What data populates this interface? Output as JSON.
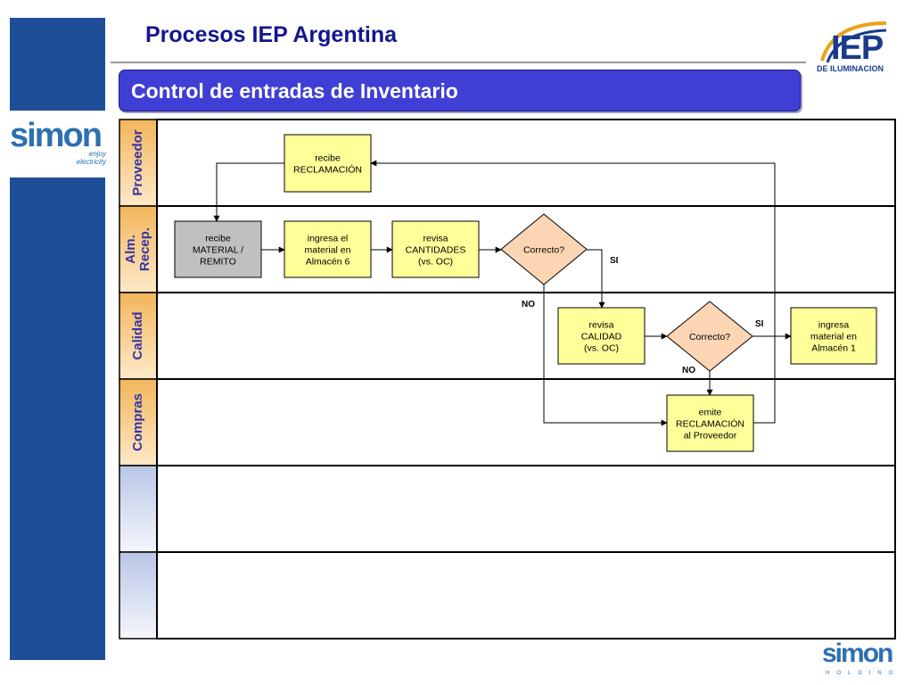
{
  "header": {
    "title": "Procesos IEP Argentina",
    "section_title": "Control de entradas de Inventario"
  },
  "brand": {
    "left_logo": {
      "word": "simon",
      "tagline_1": "enjoy",
      "tagline_2": "electricity"
    },
    "right_logo": {
      "word": "IEP",
      "subtitle": "DE ILUMINACION"
    },
    "footer_logo": {
      "word": "simon",
      "subtitle": "HOLDING"
    },
    "colors": {
      "sidebar": "#1f4e99",
      "title": "#14168c",
      "banner": "#3f3fd6",
      "process_box": "#ffff99",
      "decision": "#fcd5b4",
      "gray_box": "#c0c0c0",
      "lane_label_bg_light": "#fde9c9",
      "lane_label_bg_dark": "#f3b55a"
    }
  },
  "diagram": {
    "lanes": [
      {
        "id": "proveedor",
        "label": "Proveedor"
      },
      {
        "id": "alm",
        "label": "Alm.\nRecep."
      },
      {
        "id": "calidad",
        "label": "Calidad"
      },
      {
        "id": "compras",
        "label": "Compras"
      },
      {
        "id": "empty1",
        "label": ""
      },
      {
        "id": "empty2",
        "label": ""
      }
    ],
    "nodes": [
      {
        "id": "n_recibe_recl",
        "lane": "proveedor",
        "type": "process",
        "label": "recibe\nRECLAMACIÓN"
      },
      {
        "id": "n_recibe_mat",
        "lane": "alm",
        "type": "process-gray",
        "label": "recibe\nMATERIAL /\nREMITO"
      },
      {
        "id": "n_ingresa6",
        "lane": "alm",
        "type": "process",
        "label": "ingresa el\nmaterial en\nAlmacén 6"
      },
      {
        "id": "n_revisa_cant",
        "lane": "alm",
        "type": "process",
        "label": "revisa\nCANTIDADES\n(vs. OC)"
      },
      {
        "id": "n_correcto1",
        "lane": "alm",
        "type": "decision",
        "label": "Correcto?"
      },
      {
        "id": "n_revisa_cal",
        "lane": "calidad",
        "type": "process",
        "label": "revisa\nCALIDAD\n(vs. OC)"
      },
      {
        "id": "n_correcto2",
        "lane": "calidad",
        "type": "decision",
        "label": "Correcto?"
      },
      {
        "id": "n_ingresa1",
        "lane": "calidad",
        "type": "process",
        "label": "ingresa\nmaterial en\nAlmacén 1"
      },
      {
        "id": "n_emite",
        "lane": "compras",
        "type": "process",
        "label": "emite\nRECLAMACIÓN\nal Proveedor"
      }
    ],
    "edges": [
      {
        "from": "n_recibe_recl",
        "to": "n_recibe_mat",
        "label": ""
      },
      {
        "from": "n_recibe_mat",
        "to": "n_ingresa6",
        "label": ""
      },
      {
        "from": "n_ingresa6",
        "to": "n_revisa_cant",
        "label": ""
      },
      {
        "from": "n_revisa_cant",
        "to": "n_correcto1",
        "label": ""
      },
      {
        "from": "n_correcto1",
        "to": "n_revisa_cal",
        "label": "SI"
      },
      {
        "from": "n_correcto1",
        "to": "n_emite",
        "label": "NO"
      },
      {
        "from": "n_revisa_cal",
        "to": "n_correcto2",
        "label": ""
      },
      {
        "from": "n_correcto2",
        "to": "n_ingresa1",
        "label": "SI"
      },
      {
        "from": "n_correcto2",
        "to": "n_emite",
        "label": "NO"
      },
      {
        "from": "n_emite",
        "to": "n_recibe_recl",
        "label": ""
      }
    ]
  }
}
